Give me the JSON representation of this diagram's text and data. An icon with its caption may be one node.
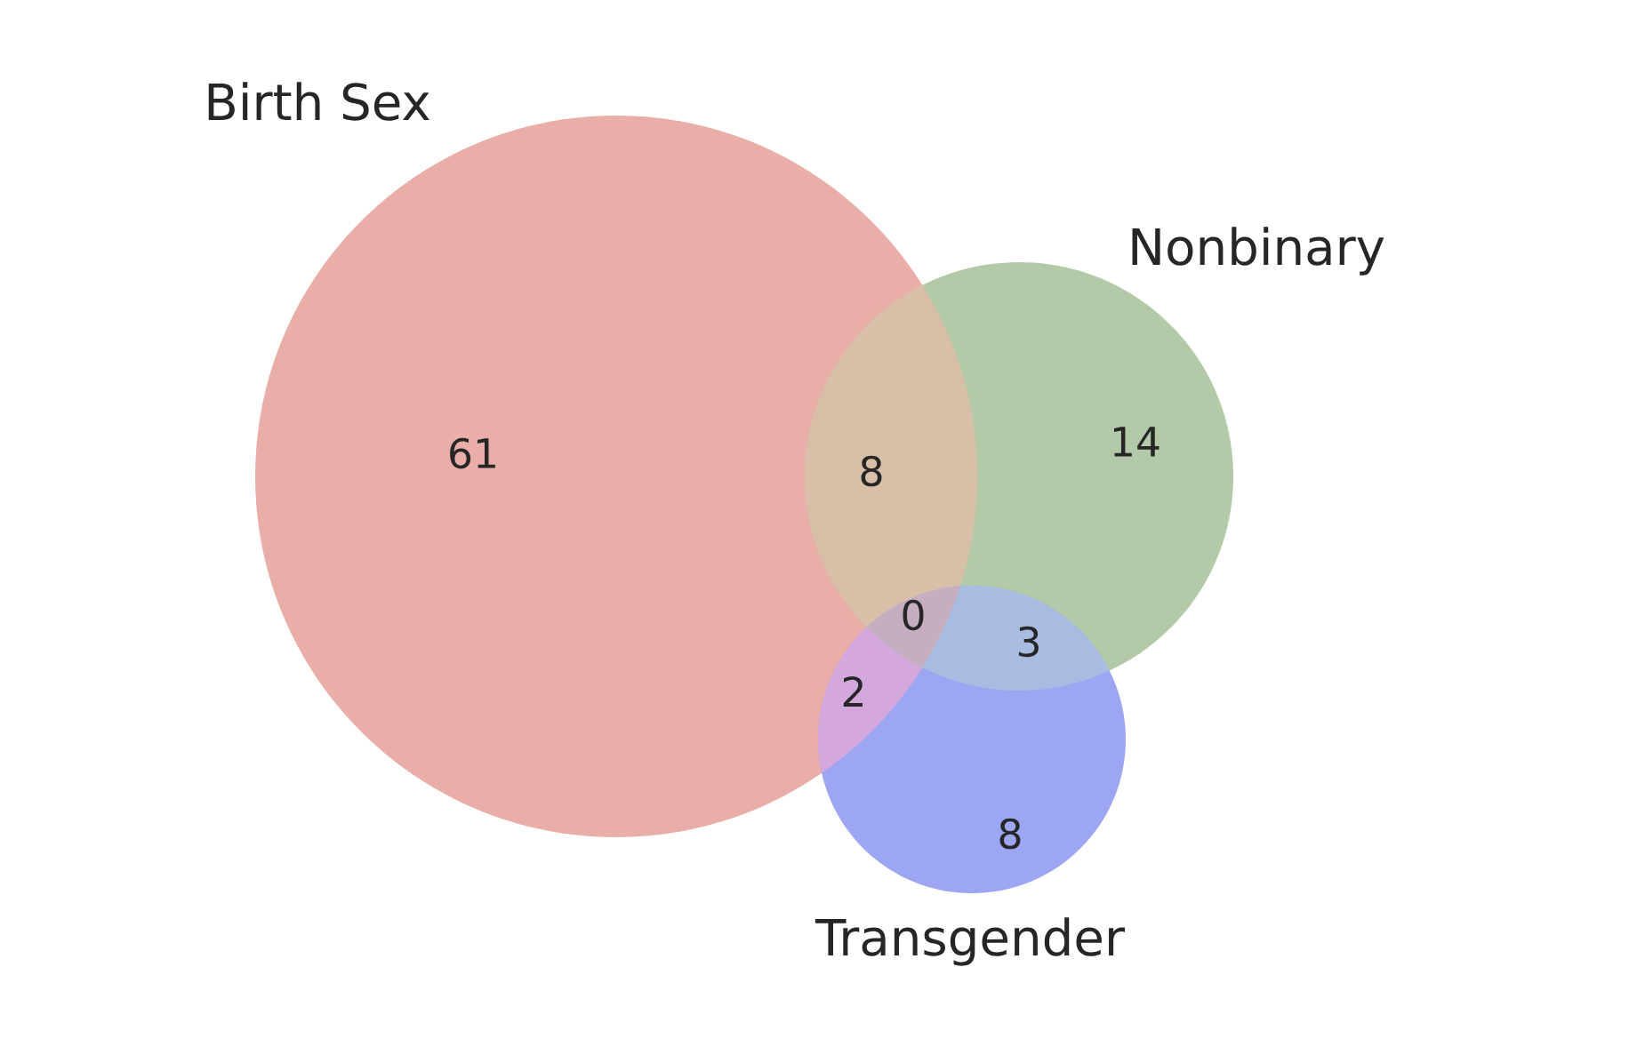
{
  "diagram": {
    "nodes": [
      {
        "text": [
          "Birth Sex",
          "61"
        ]
      },
      {
        "text": [
          "Nonbinary",
          "14"
        ]
      },
      {
        "text": [
          "8",
          "Transgender"
        ]
      }
    ],
    "labels": [
      "8",
      "0",
      "3",
      "2"
    ]
  }
}
